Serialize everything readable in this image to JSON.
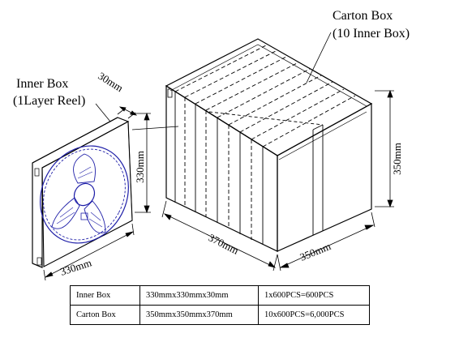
{
  "labels": {
    "carton_box_title": "Carton Box",
    "carton_box_subtitle": "(10 Inner Box)",
    "inner_box_title": "Inner Box",
    "inner_box_subtitle": "(1Layer Reel)"
  },
  "dimensions": {
    "inner_thickness": "30mm",
    "inner_height": "330mm",
    "inner_width": "330mm",
    "carton_height": "350mm",
    "carton_length": "370mm",
    "carton_width": "350mm"
  },
  "spec_table": {
    "rows": [
      {
        "name": "Inner Box",
        "size": "330mmx330mmx30mm",
        "quantity": "1x600PCS=600PCS"
      },
      {
        "name": "Carton Box",
        "size": "350mmx350mmx370mm",
        "quantity": "10x600PCS=6,000PCS"
      }
    ]
  },
  "colors": {
    "line": "#000000",
    "reel": "#1f1fa8",
    "background": "#ffffff"
  }
}
